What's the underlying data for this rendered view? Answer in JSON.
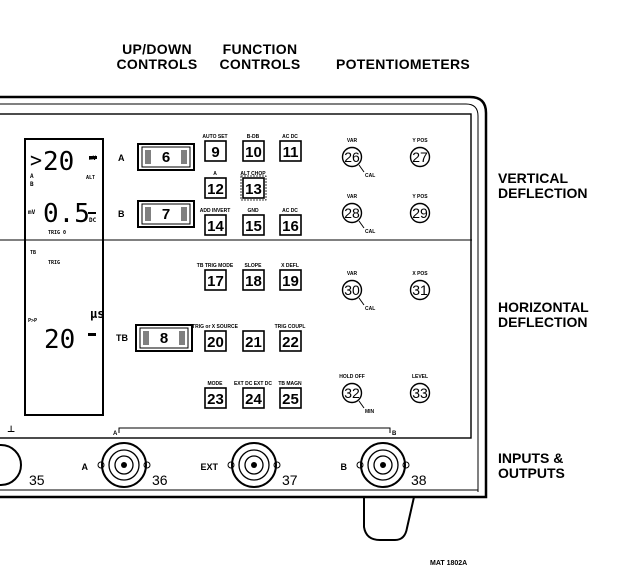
{
  "headers": {
    "updown": [
      "UP/DOWN",
      "CONTROLS"
    ],
    "function": [
      "FUNCTION",
      "CONTROLS"
    ],
    "potentiometers": "POTENTIOMETERS"
  },
  "side_labels": {
    "vertical": [
      "VERTICAL",
      "DEFLECTION"
    ],
    "horizontal": [
      "HORIZONTAL",
      "DEFLECTION"
    ],
    "io": [
      "INPUTS &",
      "OUTPUTS"
    ]
  },
  "display": {
    "readout_a": "20",
    "readout_b": "0.5",
    "readout_tb": "20",
    "indicator_a": ">",
    "label_a": "A",
    "label_b": "B",
    "label_mv": "mV",
    "label_trig": "TRIG",
    "label_tb": "TB",
    "label_pmp": "P>P",
    "label_alt": "ALT",
    "label_dc": "DC",
    "label_trig0": "TRIG 0",
    "label_us": "μs"
  },
  "rollers": [
    {
      "number": "6",
      "channel": "A"
    },
    {
      "number": "7",
      "channel": "B"
    },
    {
      "number": "8",
      "channel": "TB"
    }
  ],
  "function_buttons": [
    {
      "number": "9",
      "label": "AUTO SET"
    },
    {
      "number": "10",
      "label": "B-DB"
    },
    {
      "number": "11",
      "label": "AC DC"
    },
    {
      "number": "12",
      "label": "A"
    },
    {
      "number": "13",
      "label": "ALT CHOP"
    },
    {
      "number": "14",
      "label": "ADD INVERT"
    },
    {
      "number": "15",
      "label": "GND"
    },
    {
      "number": "16",
      "label": "AC DC"
    },
    {
      "number": "17",
      "label": "TB TRIG MODE"
    },
    {
      "number": "18",
      "label": "SLOPE"
    },
    {
      "number": "19",
      "label": "X DEFL"
    },
    {
      "number": "20",
      "label": "TRIG or X SOURCE"
    },
    {
      "number": "21",
      "label": ""
    },
    {
      "number": "22",
      "label": "TRIG COUPL"
    },
    {
      "number": "23",
      "label": "MODE"
    },
    {
      "number": "24",
      "label": "EXT DC EXT DC"
    },
    {
      "number": "25",
      "label": "TB MAGN"
    }
  ],
  "potentiometers": [
    {
      "number": "26",
      "label": "VAR",
      "cal": "CAL"
    },
    {
      "number": "27",
      "label": "Y POS",
      "cal": ""
    },
    {
      "number": "28",
      "label": "VAR",
      "cal": "CAL"
    },
    {
      "number": "29",
      "label": "Y POS",
      "cal": ""
    },
    {
      "number": "30",
      "label": "VAR",
      "cal": "CAL"
    },
    {
      "number": "31",
      "label": "X POS",
      "cal": ""
    },
    {
      "number": "32",
      "label": "HOLD OFF",
      "cal": "MIN"
    },
    {
      "number": "33",
      "label": "LEVEL",
      "cal": ""
    }
  ],
  "connectors": [
    {
      "number": "35",
      "label": ""
    },
    {
      "number": "36",
      "label": "A"
    },
    {
      "number": "37",
      "label": "EXT"
    },
    {
      "number": "38",
      "label": "B"
    }
  ],
  "input_bracket_labels": {
    "left": "A",
    "right": "B"
  },
  "figure_code": "MAT 1802A"
}
